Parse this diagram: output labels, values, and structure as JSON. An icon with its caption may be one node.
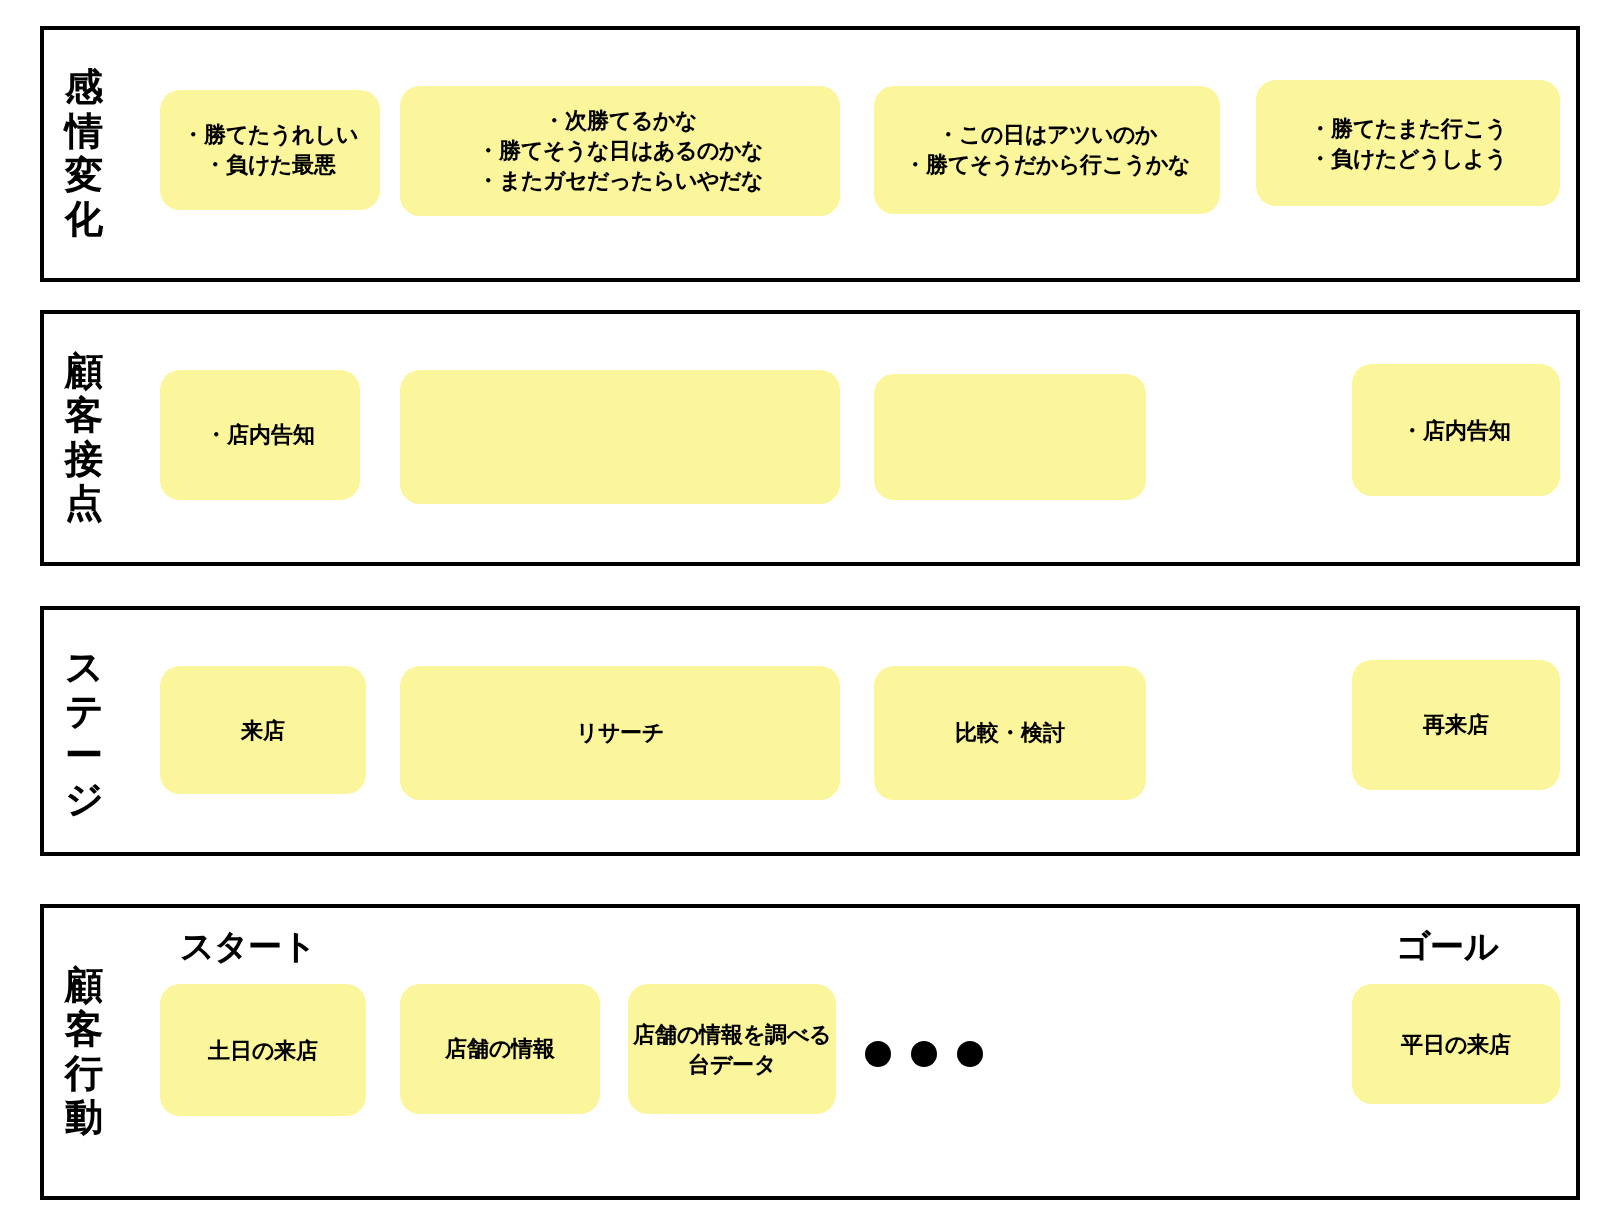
{
  "diagram": {
    "nodes": [
      {
        "text": [
          "感情変化"
        ]
      },
      {
        "text": [
          "・勝てたうれしい",
          "・負けた最悪"
        ],
        "in": 0
      },
      {
        "text": [
          "・次勝てるかな",
          "・勝てそうな日はあるのかな",
          "・またガセだったらいやだな"
        ],
        "in": 0
      },
      {
        "text": [
          "・この日はアツいのか",
          "・勝てそうだから行こうかな"
        ],
        "in": 0
      },
      {
        "text": [
          "・勝てたまた行こう",
          "・負けたどうしよう"
        ],
        "in": 0
      },
      {
        "text": [
          "顧客接点"
        ]
      },
      {
        "text": [
          "・店内告知"
        ],
        "in": 5
      },
      {
        "text": [],
        "shape": "box",
        "in": 5
      },
      {
        "text": [],
        "shape": "box",
        "in": 5
      },
      {
        "text": [
          "・店内告知"
        ],
        "in": 5
      },
      {
        "text": [
          "ステージ"
        ]
      },
      {
        "text": [
          "来店"
        ],
        "in": 10
      },
      {
        "text": [
          "リサーチ"
        ],
        "in": 10
      },
      {
        "text": [
          "比較・検討"
        ],
        "in": 10
      },
      {
        "text": [
          "再来店"
        ],
        "in": 10
      },
      {
        "text": [
          "顧客行動"
        ]
      },
      {
        "text": [
          "土日の来店"
        ],
        "in": 15,
        "beside": [
          "スタート"
        ]
      },
      {
        "text": [
          "店舗の情報"
        ],
        "in": 15
      },
      {
        "text": [
          "店舗の情報を調べる",
          "台データ"
        ],
        "in": 15
      },
      {
        "text": [
          "平日の来店"
        ],
        "in": 15,
        "beside": [
          "ゴール"
        ]
      }
    ],
    "edges": []
  }
}
